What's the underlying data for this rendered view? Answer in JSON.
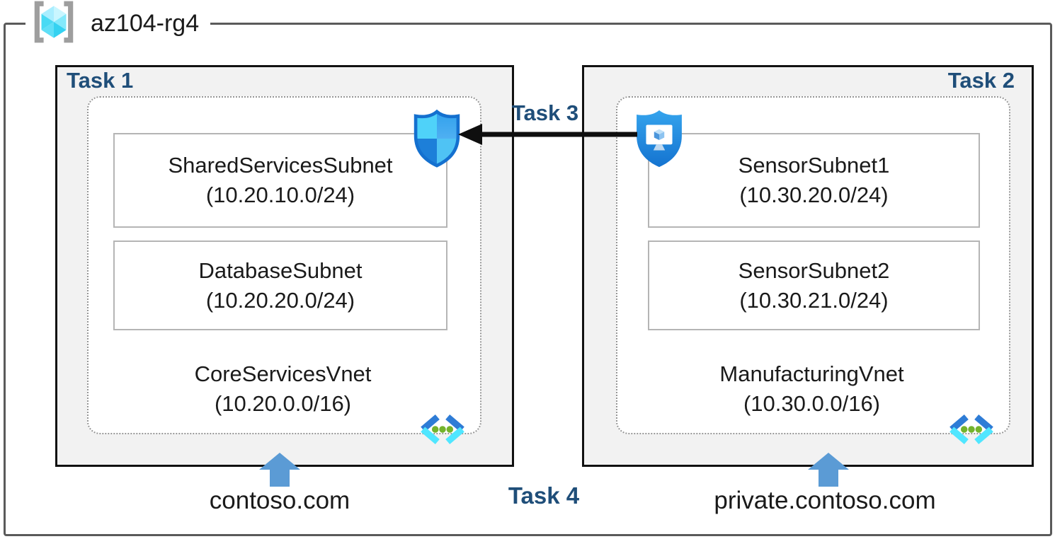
{
  "resource_group": {
    "name": "az104-rg4"
  },
  "task1": {
    "label": "Task 1",
    "subnets": [
      {
        "name": "SharedServicesSubnet",
        "cidr": "(10.20.10.0/24)"
      },
      {
        "name": "DatabaseSubnet",
        "cidr": "(10.20.20.0/24)"
      }
    ],
    "vnet": {
      "name": "CoreServicesVnet",
      "cidr": "(10.20.0.0/16)"
    },
    "dns_zone": "contoso.com"
  },
  "task2": {
    "label": "Task 2",
    "subnets": [
      {
        "name": "SensorSubnet1",
        "cidr": "(10.30.20.0/24)"
      },
      {
        "name": "SensorSubnet2",
        "cidr": "(10.30.21.0/24)"
      }
    ],
    "vnet": {
      "name": "ManufacturingVnet",
      "cidr": "(10.30.0.0/16)"
    },
    "dns_zone": "private.contoso.com"
  },
  "task3": {
    "label": "Task 3"
  },
  "task4": {
    "label": "Task 4"
  },
  "icons": {
    "resource_group": "Azure resource group",
    "nsg": "network security group shield",
    "asg": "application security group shield",
    "vnet": "virtual network",
    "up_arrow": "DNS zone arrow"
  },
  "colors": {
    "task_label_navy": "#1F4E79",
    "arrow_blue": "#5B9BD5",
    "box_fill_gray": "#F2F2F2",
    "frame_gray": "#5A5A5A",
    "cyan_light": "#50E6FF",
    "azure_blue": "#1E93E4",
    "dot_green": "#74B32C"
  }
}
